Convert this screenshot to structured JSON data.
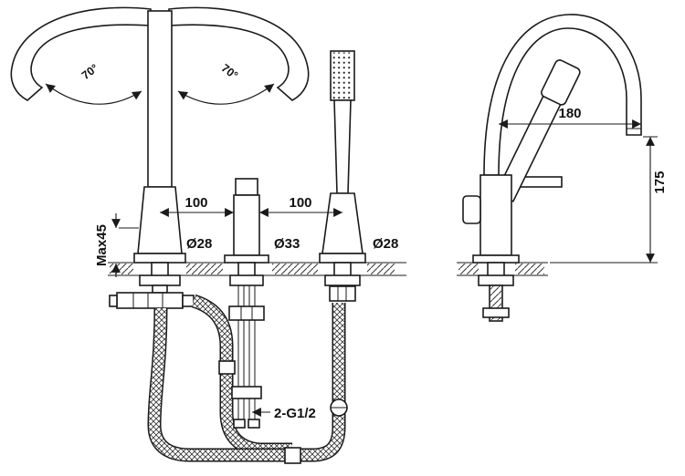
{
  "front": {
    "angle_left": "70°",
    "angle_right": "70°",
    "spacing_left": "100",
    "spacing_right": "100",
    "max_deck_thickness": "Max45",
    "dia_spout": "Ø28",
    "dia_diverter": "Ø33",
    "dia_handshower": "Ø28",
    "thread_spec": "2-G1/2"
  },
  "side": {
    "reach": "180",
    "height": "175"
  }
}
